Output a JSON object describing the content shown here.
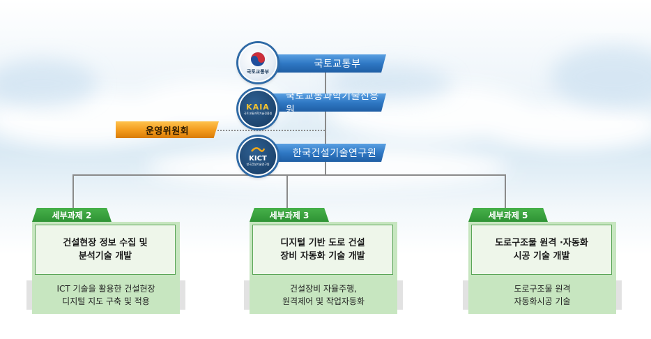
{
  "org": {
    "top": {
      "logo_text": "국토교통부",
      "label": "국토교통부"
    },
    "agency": {
      "logo_text": "KAIA",
      "logo_sub": "국토교통과학기술진흥원",
      "label": "국토교통과학기술진흥원"
    },
    "committee": {
      "label": "운영위원회"
    },
    "institute": {
      "logo_text": "KICT",
      "logo_sub": "한국건설기술연구원",
      "label": "한국건설기술연구원"
    }
  },
  "tasks": [
    {
      "tab": "세부과제 2",
      "title": "건설현장 정보 수집 및\n분석기술 개발",
      "desc": "ICT 기술을 활용한 건설현장\n디지털 지도 구축 및 적용"
    },
    {
      "tab": "세부과제 3",
      "title": "디지털 기반 도로 건설\n장비 자동화 기술 개발",
      "desc": "건설장비 자율주행,\n원격제어 및 작업자동화"
    },
    {
      "tab": "세부과제 5",
      "title": "도로구조물 원격 ·자동화\n시공 기술 개발",
      "desc": "도로구조물 원격\n자동화시공 기술"
    }
  ],
  "colors": {
    "banner_blue": "#2f78c4",
    "banner_orange": "#f29a1c",
    "task_green": "#2e9334",
    "panel_green": "#c7e6c0",
    "line_gray": "#8a8a8a"
  }
}
